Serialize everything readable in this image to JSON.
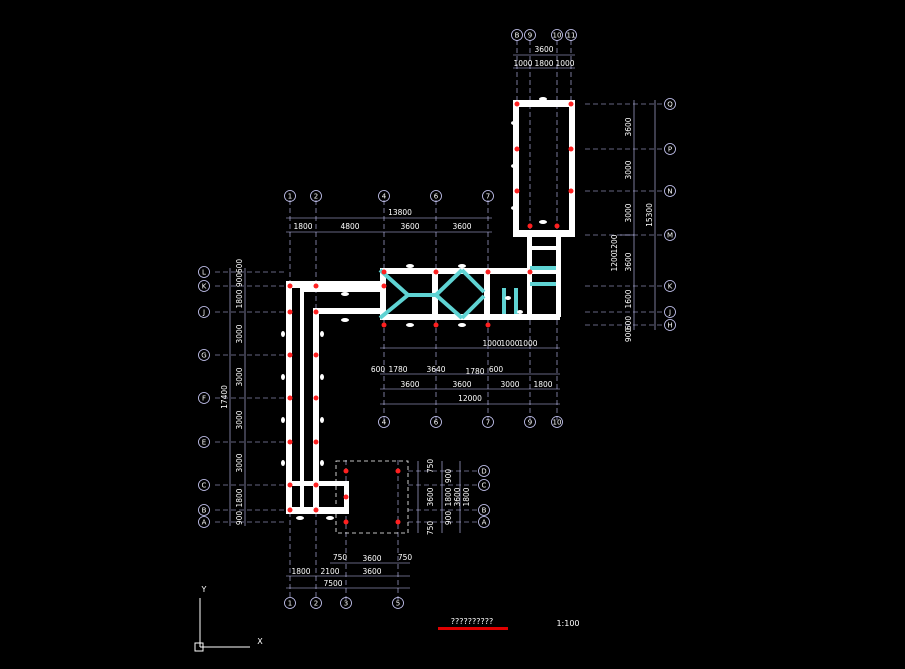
{
  "drawing": {
    "top_axes": [
      "B",
      "9",
      "10",
      "11"
    ],
    "top_dims": {
      "span": "3600",
      "parts": [
        "1000",
        "1800",
        "1000"
      ]
    },
    "mid_axes": [
      "1",
      "2",
      "4",
      "6",
      "7"
    ],
    "mid_total": "13800",
    "mid_parts": [
      "1800",
      "4800",
      "3600",
      "3600"
    ],
    "right_axes": [
      "Q",
      "P",
      "N",
      "M",
      "K",
      "J",
      "H"
    ],
    "right_total": "15300",
    "right_parts": [
      "3600",
      "3000",
      "3000",
      "1200",
      "1200",
      "3600",
      "1600",
      "600",
      "900"
    ],
    "left_axes": [
      "L",
      "K",
      "J",
      "G",
      "F",
      "E",
      "C",
      "B",
      "A"
    ],
    "left_total": "17400",
    "left_parts": [
      "900",
      "600",
      "1800",
      "3000",
      "3000",
      "3000",
      "3000",
      "1800",
      "900"
    ],
    "lower_parts_row1": [
      "1000",
      "1000",
      "1000"
    ],
    "lower_parts_row2": [
      "600",
      "1780",
      "3640",
      "1780",
      "600"
    ],
    "lower_parts_row3": [
      "3600",
      "3600",
      "3000",
      "1800"
    ],
    "lower_total": "12000",
    "lower_axes": [
      "4",
      "6",
      "7",
      "9",
      "10"
    ],
    "box_axes": [
      "D",
      "C",
      "B",
      "A"
    ],
    "box_dims_left": [
      "750",
      "3600",
      "750"
    ],
    "box_dims_right": [
      "900",
      "1800",
      "1800",
      "900"
    ],
    "box_dims_far": [
      "3600",
      "3600"
    ],
    "bottom_row1": [
      "750",
      "3600",
      "750"
    ],
    "bottom_row2": [
      "1800",
      "2100",
      "3600"
    ],
    "bottom_total": "7500",
    "bottom_axes": [
      "1",
      "2",
      "3",
      "5"
    ],
    "title_text": "??????????",
    "scale": "1:100",
    "ucs_x": "X",
    "ucs_y": "Y"
  },
  "colors": {
    "background": "#000000",
    "wall": "#ffffff",
    "grid": "#c9c9ff",
    "column": "#ff0000",
    "brace": "#5fd3d3",
    "title_underline": "#e00000"
  }
}
